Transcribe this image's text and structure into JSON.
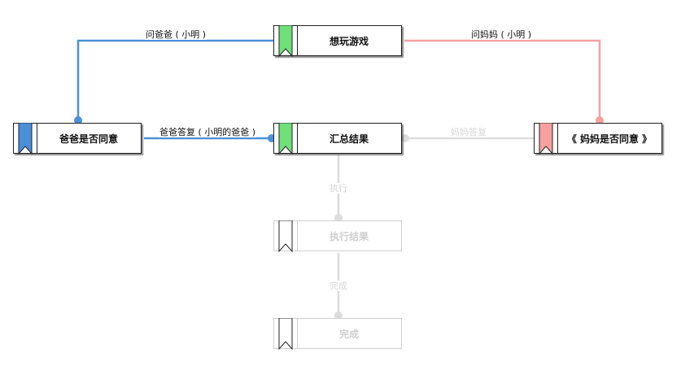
{
  "nodes": {
    "want_to_play": {
      "label": "想玩游戏",
      "flag_color": "#6fe07a"
    },
    "dad_agrees": {
      "label": "爸爸是否同意",
      "flag_color": "#4a90d9"
    },
    "summary": {
      "label": "汇总结果",
      "flag_color": "#6fe07a"
    },
    "mom_agrees": {
      "label": "《 妈妈是否同意 》",
      "flag_color": "#f7a0a0"
    },
    "execution_result": {
      "label": "执行结果",
      "flag_color": "#ffffff"
    },
    "done": {
      "label": "完成",
      "flag_color": "#ffffff"
    }
  },
  "edges": {
    "ask_dad": {
      "label": "问爸爸 ( 小明 )",
      "color": "#4a90d9"
    },
    "ask_mom": {
      "label": "问妈妈 ( 小明 )",
      "color": "#f7a0a0"
    },
    "dad_reply": {
      "label": "爸爸答复 ( 小明的爸爸 )",
      "color": "#4a90d9"
    },
    "mom_reply": {
      "label": "妈妈答复",
      "color": "#dddddd"
    },
    "execute": {
      "label": "执行",
      "color": "#dddddd"
    },
    "complete": {
      "label": "完成",
      "color": "#dddddd"
    }
  }
}
